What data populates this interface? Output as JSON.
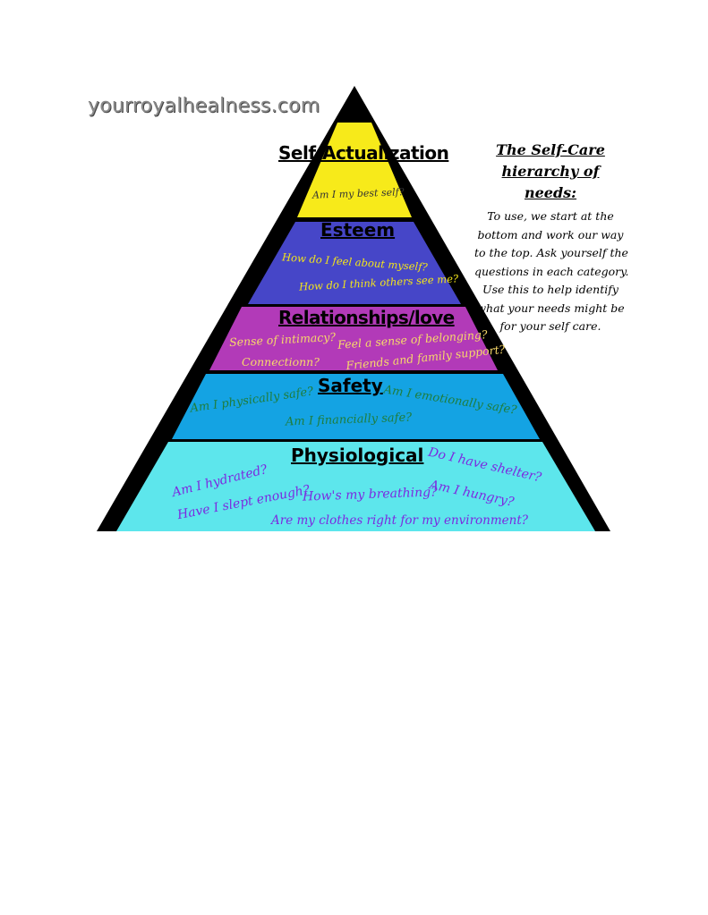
{
  "brand": "yourroyalhealness.com",
  "side_note": {
    "title_line1": "The Self-Care",
    "title_line2": "hierarchy of needs:",
    "lines": [
      "To use, we start at the",
      "bottom and work our way",
      "to the top.  Ask yourself the",
      "questions in each category.",
      "Use this to help identify",
      "what your needs might be",
      "for your self care."
    ]
  },
  "colors": {
    "self_actualization": "#f7ea1a",
    "esteem": "#4646c8",
    "relationships": "#b23ab8",
    "safety": "#14a3e3",
    "physiological": "#5de6ec",
    "outline": "#000000"
  },
  "levels": {
    "self_actualization": {
      "heading": "Self-Actualization",
      "questions": [
        "Am I my best self?"
      ]
    },
    "esteem": {
      "heading": "Esteem",
      "questions": [
        "How do I feel about myself?",
        "How do I think others see me?"
      ]
    },
    "relationships": {
      "heading": "Relationships/love",
      "questions": [
        "Sense of intimacy?",
        "Feel a sense of belonging?",
        "Connectionn?",
        "Friends and family support?"
      ]
    },
    "safety": {
      "heading": "Safety",
      "questions": [
        "Am I physically safe?",
        "Am I emotionally safe?",
        "Am I financially safe?"
      ]
    },
    "physiological": {
      "heading": "Physiological",
      "questions": [
        "Do I have shelter?",
        "Am I hydrated?",
        "Have I slept enough?",
        "How's my breathing?",
        "Am I hungry?",
        "Are my clothes right for my environment?"
      ]
    }
  }
}
